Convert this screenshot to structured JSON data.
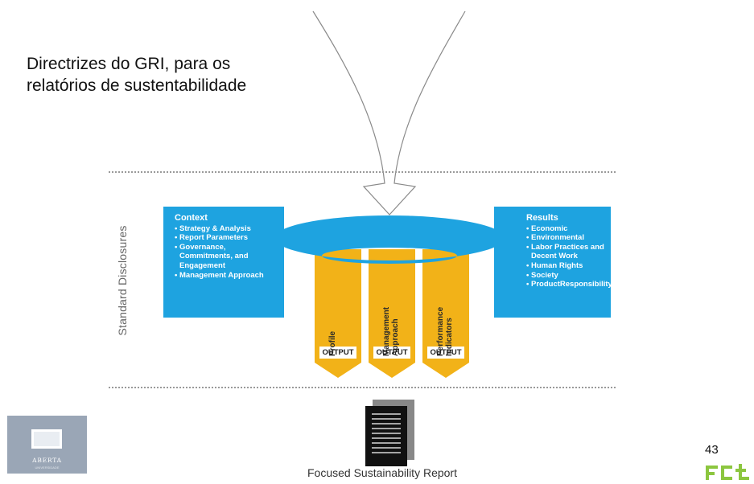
{
  "title": {
    "line1": "Directrizes do GRI,  para os",
    "line2": "relatórios de sustentabilidade"
  },
  "side_label": "Standard Disclosures",
  "context": {
    "heading": "Context",
    "items": [
      "Strategy & Analysis",
      "Report Parameters",
      "Governance,",
      "Management Approach"
    ],
    "item3_cont1": "Commitments, and",
    "item3_cont2": "Engagement"
  },
  "results": {
    "heading": "Results",
    "items": [
      "Economic",
      "Environmental",
      "Labor Practices and",
      "Human Rights",
      "Society",
      "ProductResponsibility"
    ],
    "item3_cont": "Decent Work"
  },
  "columns": [
    {
      "label": "Profile",
      "output": "OUTPUT"
    },
    {
      "label1": "Management",
      "label2": "Approach",
      "output": "OUTPUT"
    },
    {
      "label1": "Performance",
      "label2": "Indicators",
      "output": "OUTPUT"
    }
  ],
  "report_label": "Focused Sustainability Report",
  "page_number": "43",
  "logo_left": {
    "word": "ABERTA",
    "sub": "UNIVERSIDADE"
  },
  "logo_right": {
    "text": "FCt"
  },
  "colors": {
    "blue": "#1ea3e0",
    "amber": "#f2b218",
    "logo_green": "#8cc63f"
  },
  "icons": [
    "funnel-arrow-icon",
    "document-stack-icon",
    "monitor-logo-icon"
  ]
}
